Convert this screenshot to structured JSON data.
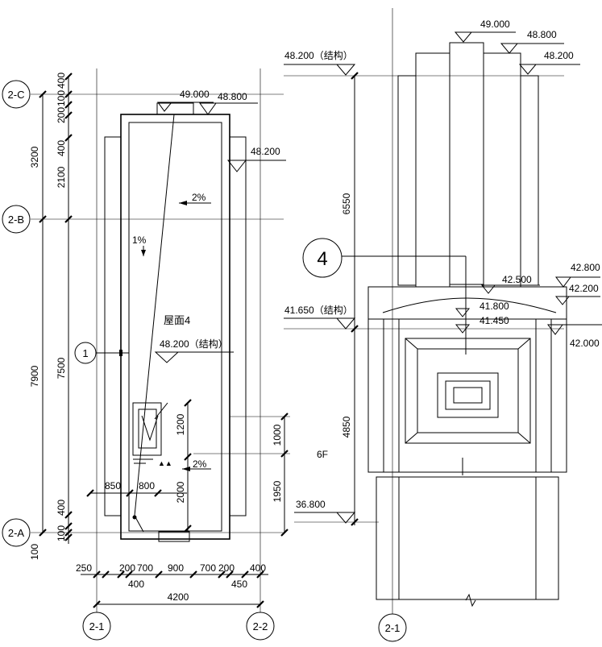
{
  "plan": {
    "grid_left": [
      "2-C",
      "2-B",
      "2-A"
    ],
    "grid_bottom": [
      "2-1",
      "2-2"
    ],
    "dims_left_outer": [
      "3200",
      "7900",
      "100"
    ],
    "dims_left_inner": [
      "400",
      "100",
      "200",
      "400",
      "2100",
      "7500",
      "400",
      "100"
    ],
    "dims_bottom": [
      "250",
      "200",
      "700",
      "900",
      "700",
      "200",
      "400"
    ],
    "dims_bottom_sub": [
      "400",
      "450"
    ],
    "dim_total": "4200",
    "dims_stair": [
      "850",
      "800",
      "1200",
      "2000"
    ],
    "dims_right": [
      "1000",
      "1950"
    ],
    "level_49000": "49.000",
    "level_48800": "48.800",
    "level_48200": "48.200",
    "slope_top": "2%",
    "slope_side": "1%",
    "slope_low": "2%",
    "roof_label": "屋面4",
    "roof_level": "48.200（结构）",
    "callout": "1",
    "floor": "6F"
  },
  "elevation": {
    "grid_bottom": "2-1",
    "callout": "4",
    "levels": {
      "top_49000": "49.000",
      "top_48800": "48.800",
      "top_48200_right": "48.200",
      "top_48200_left": "48.200（结构）",
      "mid_42800": "42.800",
      "mid_42500": "42.500",
      "mid_42200": "42.200",
      "mid_41800": "41.800",
      "mid_41450": "41.450",
      "mid_41650": "41.650（结构）",
      "mid_42000": "42.000",
      "low_36800": "36.800"
    },
    "dims": [
      "6550",
      "4850"
    ]
  }
}
